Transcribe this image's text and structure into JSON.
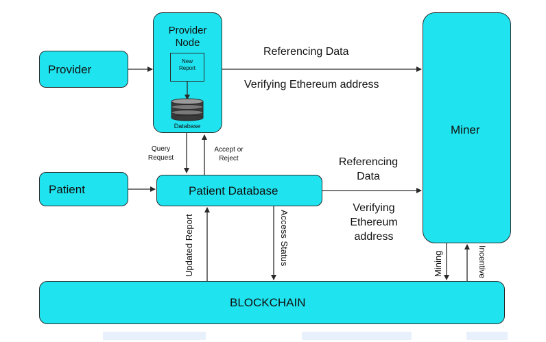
{
  "nodes": {
    "provider": "Provider",
    "provider_node": [
      "Provider",
      "Node"
    ],
    "new_report": [
      "New",
      "Report"
    ],
    "database": "Database",
    "patient": "Patient",
    "patient_database": "Patient Database",
    "miner": "Miner",
    "blockchain": "BLOCKCHAIN"
  },
  "edges": {
    "referencing_top": "Referencing Data",
    "verifying_top": "Verifying Ethereum address",
    "query": [
      "Query",
      "Request"
    ],
    "accept": [
      "Accept or",
      "Reject"
    ],
    "referencing_mid": [
      "Referencing",
      "Data"
    ],
    "verifying_mid": [
      "Verifying",
      "Ethereum",
      "address"
    ],
    "updated_report": "Updated Report",
    "access_status": "Access Status",
    "mining": "Mining",
    "incentive": "Incentive"
  },
  "colors": {
    "box_fill": "#1fe3ee",
    "stroke": "#2a2a2a",
    "bottom_strip": "#e8f1fb"
  }
}
